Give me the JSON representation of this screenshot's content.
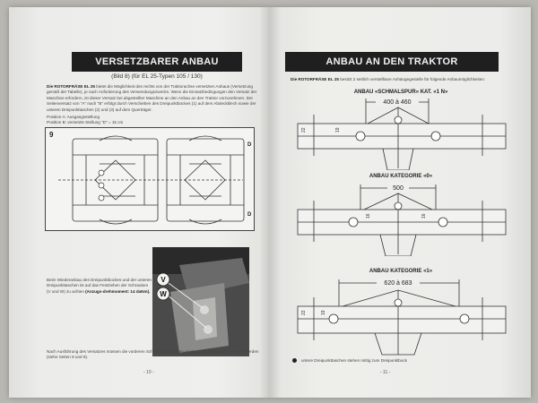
{
  "left_page": {
    "header": "VERSETZBARER ANBAU",
    "subtitle": "(Bild 8) (für EL 25-Typen 105 / 130)",
    "intro_bold": "Die ROTORFRÄSE EL 25",
    "intro_rest": "bietet die Möglichkeit des rechts von der Traktorachse versetzten Anbaus (Versetzung gemäß der Tabelle), je nach Anforderung des Verwendungszwecks. Wenn die Einsatzbedingungen den Versatz der Maschine erfordern, ist dieser Versatz bei abgestellter Maschine an den Anbau an den Traktor vorzunehmen. Der Seitenversatz von \"A\" nach \"B\" erfolgt durch Verschieben des Dreipunktbockes (1) auf dem Abdeckblech sowie der unteren Dreipunkttaschen (2) und (3) auf dem Querträger.",
    "position_a": "Position A: Ausgangsstellung",
    "position_b": "Position B: versetzte Stellung \"D\" = 15 cm",
    "figure_number": "9",
    "photo_caption_1": "Beim Wiederanbau des Dreipunktbockes und der unteren Dreipunkttaschen ist auf das Festziehen der Schrauben (V und W) zu achten",
    "photo_caption_bold": "(Anzugs-drehmoment: 14 daNm).",
    "footer_text": "Nach Ausführung des Versatzes müssen die vorderen Schutzvorrichtungen wieder ordnungsgemäß montiert werden (siehe Seiten 8 und 9).",
    "page_number": "- 10 -",
    "callouts": [
      "V",
      "W"
    ],
    "d_labels": [
      "D",
      "D"
    ]
  },
  "right_page": {
    "header": "ANBAU AN DEN TRAKTOR",
    "intro_bold": "Die ROTORFRÄSE EL 25",
    "intro_rest": "besitzt 2 seitlich verstellbare Anhängegestelle für folgende Anbaumöglichkeiten:",
    "sections": [
      {
        "title": "ANBAU «SCHMALSPUR» KAT. «1 N»",
        "dimension": "400 à 460",
        "marks": [
          "22",
          "19"
        ]
      },
      {
        "title": "ANBAU KATEGORIE «0»",
        "dimension": "500",
        "marks": [
          "16",
          "16"
        ]
      },
      {
        "title": "ANBAU KATEGORIE «1»",
        "dimension": "620 à 683",
        "marks": [
          "22",
          "19"
        ]
      }
    ],
    "footnote": "untere Dreipunkttaschen stehen mittig zum Dreipunktbock",
    "page_number": "- 11 -"
  }
}
